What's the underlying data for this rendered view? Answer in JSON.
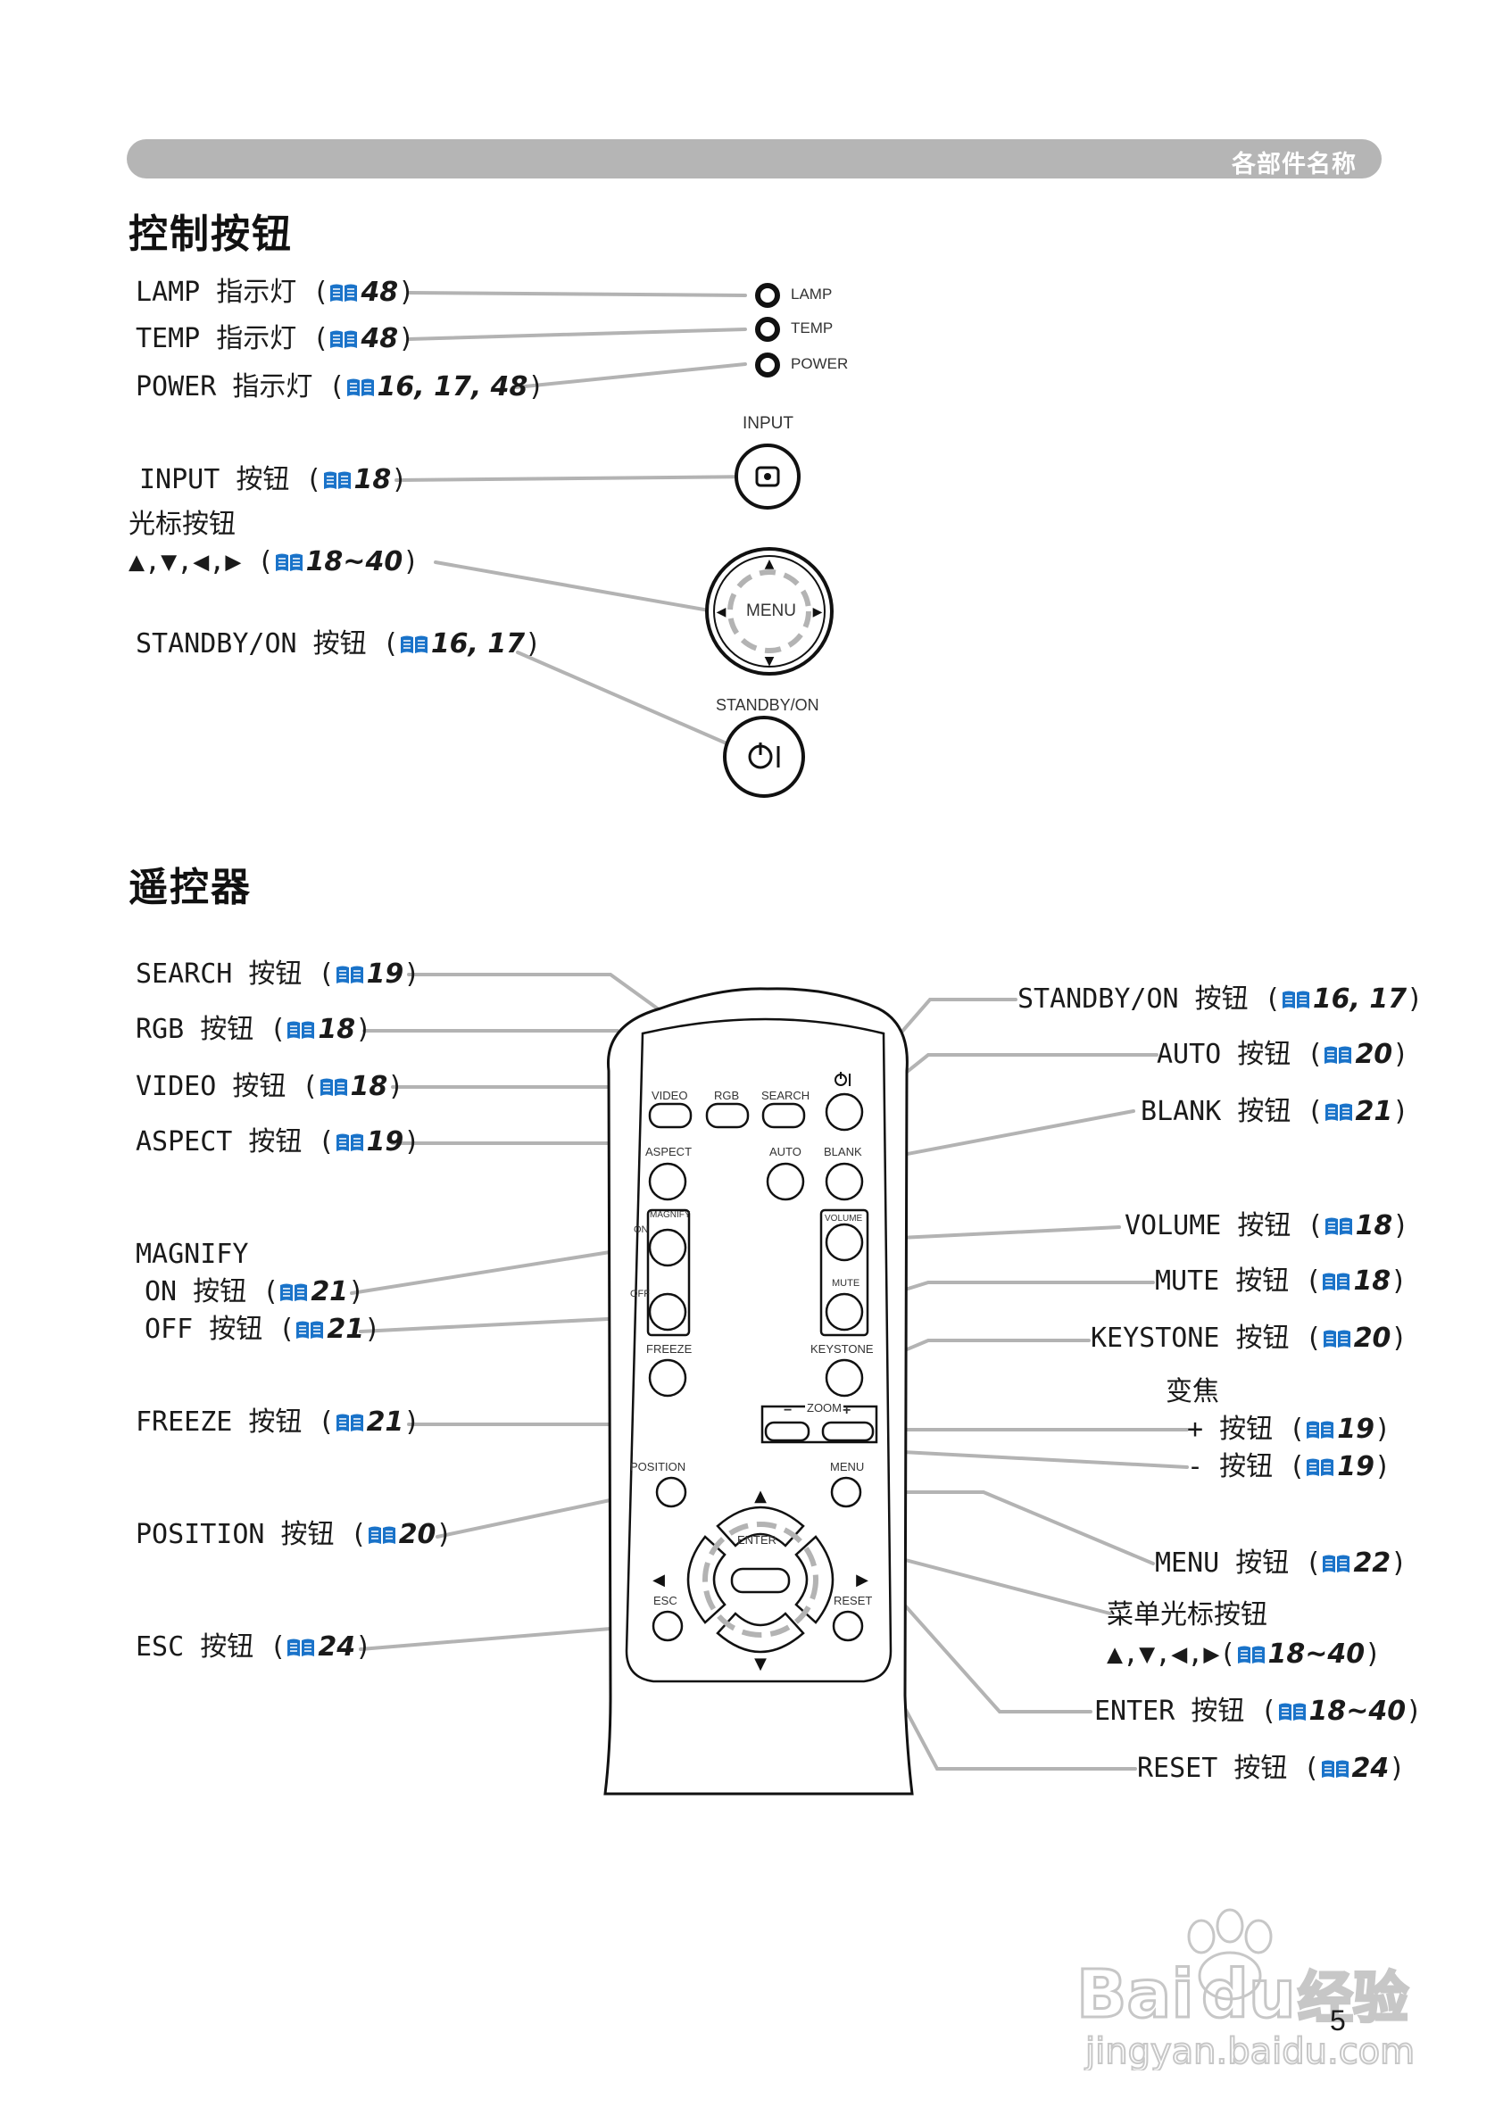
{
  "header": {
    "section_title": "各部件名称"
  },
  "control_panel": {
    "heading": "控制按钮",
    "labels": {
      "lamp": {
        "text": "LAMP 指示灯 (",
        "ref": "48",
        "close": ")"
      },
      "temp": {
        "text": "TEMP 指示灯 (",
        "ref": "48",
        "close": ")"
      },
      "power": {
        "text": "POWER 指示灯 (",
        "ref": "16, 17, 48",
        "close": ")"
      },
      "input": {
        "text": "INPUT 按钮 (",
        "ref": "18",
        "close": ")"
      },
      "cursor_title": "光标按钮",
      "cursor": {
        "text": "▲,▼,◀,▶ (",
        "ref": "18~40",
        "close": ")"
      },
      "standby": {
        "text": "STANDBY/ON 按钮 (",
        "ref": "16, 17",
        "close": ")"
      }
    },
    "diagram": {
      "lamp": "LAMP",
      "temp": "TEMP",
      "power": "POWER",
      "input": "INPUT",
      "menu": "MENU",
      "standby": "STANDBY/ON"
    }
  },
  "remote": {
    "heading": "遥控器",
    "left_labels": {
      "search": {
        "text": "SEARCH 按钮 (",
        "ref": "19",
        "close": ")"
      },
      "rgb": {
        "text": "RGB 按钮 (",
        "ref": "18",
        "close": ")"
      },
      "video": {
        "text": "VIDEO 按钮 (",
        "ref": "18",
        "close": ")"
      },
      "aspect": {
        "text": "ASPECT 按钮 (",
        "ref": "19",
        "close": ")"
      },
      "magnify_title": "MAGNIFY",
      "magnify_on": {
        "text": "ON 按钮 (",
        "ref": "21",
        "close": ")"
      },
      "magnify_off": {
        "text": "OFF 按钮 (",
        "ref": "21",
        "close": ")"
      },
      "freeze": {
        "text": "FREEZE 按钮 (",
        "ref": "21",
        "close": ")"
      },
      "position": {
        "text": "POSITION 按钮 (",
        "ref": "20",
        "close": ")"
      },
      "esc": {
        "text": "ESC 按钮 (",
        "ref": "24",
        "close": ")"
      }
    },
    "right_labels": {
      "standby": {
        "text": "STANDBY/ON 按钮 (",
        "ref": "16, 17",
        "close": ")"
      },
      "auto": {
        "text": "AUTO 按钮 (",
        "ref": "20",
        "close": ")"
      },
      "blank": {
        "text": "BLANK 按钮 (",
        "ref": "21",
        "close": ")"
      },
      "volume": {
        "text": "VOLUME 按钮 (",
        "ref": "18",
        "close": ")"
      },
      "mute": {
        "text": "MUTE 按钮 (",
        "ref": "18",
        "close": ")"
      },
      "keystone": {
        "text": "KEYSTONE 按钮 (",
        "ref": "20",
        "close": ")"
      },
      "zoom_title": "变焦",
      "zoom_plus": {
        "text": "+ 按钮 (",
        "ref": "19",
        "close": ")"
      },
      "zoom_minus": {
        "text": "- 按钮 (",
        "ref": "19",
        "close": ")"
      },
      "menu": {
        "text": "MENU 按钮 (",
        "ref": "22",
        "close": ")"
      },
      "menu_cursor_title": "菜单光标按钮",
      "menu_cursor": {
        "text": "▲,▼,◀,▶(",
        "ref": "18~40",
        "close": ")"
      },
      "enter": {
        "text": "ENTER 按钮 (",
        "ref": "18~40",
        "close": ")"
      },
      "reset": {
        "text": "RESET 按钮 (",
        "ref": "24",
        "close": ")"
      }
    },
    "diagram": {
      "video": "VIDEO",
      "rgb": "RGB",
      "search": "SEARCH",
      "aspect": "ASPECT",
      "auto": "AUTO",
      "blank": "BLANK",
      "magnify": "MAGNIFY",
      "on": "ON",
      "off": "OFF",
      "volume": "VOLUME",
      "mute": "MUTE",
      "freeze": "FREEZE",
      "keystone": "KEYSTONE",
      "zoom": "ZOOM",
      "minus": "−",
      "plus": "+",
      "position": "POSITION",
      "menu": "MENU",
      "enter": "ENTER",
      "esc": "ESC",
      "reset": "RESET"
    }
  },
  "page_number": "5",
  "watermark": {
    "brand": "Baidu经验",
    "url": "jingyan.baidu.com"
  }
}
